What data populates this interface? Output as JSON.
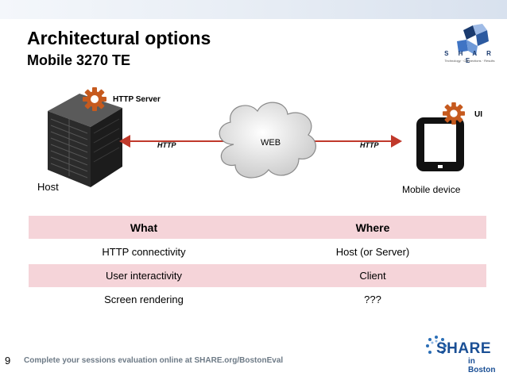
{
  "slide": {
    "title": "Architectural options",
    "subtitle": "Mobile 3270 TE",
    "page_number": "9",
    "footer": "Complete your sessions evaluation online at SHARE.org/BostonEval"
  },
  "logo_top": {
    "word": "S H A R E",
    "tagline": "Technology · Connections · Results"
  },
  "logo_bottom": {
    "word": "SHARE",
    "sub": "in Boston"
  },
  "diagram": {
    "host_label": "Host",
    "http_server_label": "HTTP Server",
    "web_label": "WEB",
    "http_left": "HTTP",
    "http_right": "HTTP",
    "ui_label": "UI",
    "mobile_label": "Mobile device"
  },
  "table": {
    "headers": [
      "What",
      "Where"
    ],
    "rows": [
      [
        "HTTP connectivity",
        "Host  (or Server)"
      ],
      [
        "User interactivity",
        "Client"
      ],
      [
        "Screen rendering",
        "???"
      ]
    ]
  },
  "colors": {
    "accent": "#c0392b",
    "gear": "#c65a1e",
    "row_pink": "#f5d4d9",
    "logo_blue": "#1a3a6e"
  }
}
